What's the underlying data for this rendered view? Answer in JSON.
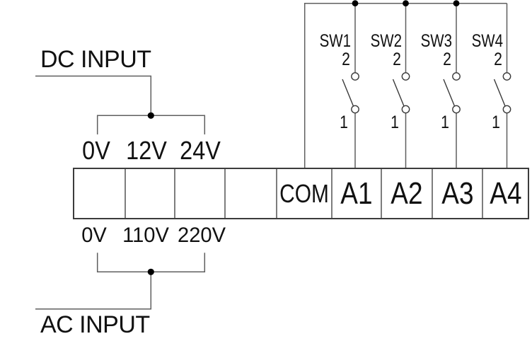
{
  "diagram": {
    "background_color": "#ffffff",
    "line_color": "#5f5f5f",
    "text_color": "#111111",
    "dc_input": {
      "label": "DC INPUT",
      "terminals": [
        "0V",
        "12V",
        "24V"
      ]
    },
    "ac_input": {
      "label": "AC INPUT",
      "terminals": [
        "0V",
        "110V",
        "220V"
      ]
    },
    "terminal_block": {
      "cells": [
        "",
        "",
        "",
        "",
        "COM",
        "A1",
        "A2",
        "A3",
        "A4"
      ]
    },
    "switches": [
      {
        "name": "SW1",
        "top_contact": "2",
        "bottom_contact": "1"
      },
      {
        "name": "SW2",
        "top_contact": "2",
        "bottom_contact": "1"
      },
      {
        "name": "SW3",
        "top_contact": "2",
        "bottom_contact": "1"
      },
      {
        "name": "SW4",
        "top_contact": "2",
        "bottom_contact": "1"
      }
    ]
  }
}
